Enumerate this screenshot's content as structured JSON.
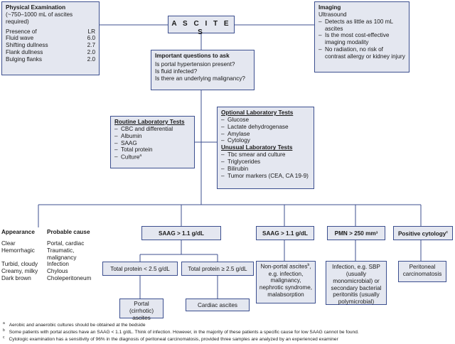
{
  "title": "A S C I T E S",
  "physical_exam": {
    "heading": "Physical Examination",
    "subheading": "(~750–1000 mL of ascites required)",
    "col_presence": "Presence of",
    "col_lr": "LR",
    "rows": [
      {
        "sign": "Fluid wave",
        "lr": "6.0"
      },
      {
        "sign": "Shifting dullness",
        "lr": "2.7"
      },
      {
        "sign": "Flank dullness",
        "lr": "2.0"
      },
      {
        "sign": "Bulging flanks",
        "lr": "2.0"
      }
    ]
  },
  "imaging": {
    "heading": "Imaging",
    "subheading": "Ultrasound",
    "items": [
      "Detects as little as 100 mL ascites",
      "Is the most cost-effective imaging modality",
      "No radiation, no risk of contrast allergy or kidney injury"
    ]
  },
  "questions": {
    "heading": "Important questions to ask",
    "items": [
      "Is portal hypertension present?",
      "Is fluid infected?",
      "Is there an underlying malignancy?"
    ]
  },
  "routine": {
    "heading": "Routine Laboratory Tests",
    "items": [
      "CBC and differential",
      "Albumin",
      "SAAG",
      "Total protein",
      "Culture"
    ],
    "culture_sup": "a"
  },
  "optional": {
    "heading": "Optional Laboratory Tests",
    "items": [
      "Glucose",
      "Lactate dehydrogenase",
      "Amylase",
      "Cytology"
    ],
    "unusual_heading": "Unusual Laboratory Tests",
    "unusual_items": [
      "Tbc smear and culture",
      "Triglycerides",
      "Bilirubin",
      "Tumor markers (CEA, CA 19-9)"
    ]
  },
  "appearance": {
    "col_appearance": "Appearance",
    "col_cause": "Probable cause",
    "rows": [
      {
        "appearance": "Clear",
        "cause": "Portal, cardiac"
      },
      {
        "appearance": "Hemorrhagic",
        "cause": "Traumatic, malignancy"
      },
      {
        "appearance": "Turbid, cloudy",
        "cause": "Infection"
      },
      {
        "appearance": "Creamy, milky",
        "cause": "Chylous"
      },
      {
        "appearance": "Dark brown",
        "cause": "Choleperitoneum"
      }
    ]
  },
  "saag_high": {
    "label": "SAAG > 1.1 g/dL",
    "protein_low": "Total protein < 2.5 g/dL",
    "protein_high": "Total protein ≥ 2.5 g/dL",
    "portal": "Portal (cirrhotic) ascites",
    "cardiac": "Cardiac ascites"
  },
  "saag_nonportal": {
    "label": "SAAG > 1.1 g/dL",
    "result_title": "Non-portal ascites",
    "result_sup": "b",
    "result_body": ", e.g. infection, malignancy, nephrotic syndrome, malabsorption"
  },
  "pmn": {
    "label": "PMN > 250 mm³",
    "result": "Infection, e.g. SBP (usually monomicrobial) or secondary bacterial peritonitis (usually polymicrobial)"
  },
  "cytology": {
    "label": "Positive cytology",
    "sup": "c",
    "result": "Peritoneal carcinomatosis"
  },
  "footnotes": [
    {
      "mark": "a",
      "text": "Aerobic and anaerobic cultures should be obtained at the bedside"
    },
    {
      "mark": "b",
      "text": "Some patients with portal ascites have an SAAG < 1.1 g/dL. Think of infection. However, in the majority of these patients a specific cause for low SAAG cannot be found."
    },
    {
      "mark": "c",
      "text": "Cytologic examination has a sensitivity of 96% in the diagnosis of peritoneal carcinomatosis, provided three samples are analyzed by an experienced examiner"
    }
  ],
  "colors": {
    "box_fill": "#e4e7f0",
    "border": "#3c4f8f",
    "line": "#3c4f8f"
  }
}
